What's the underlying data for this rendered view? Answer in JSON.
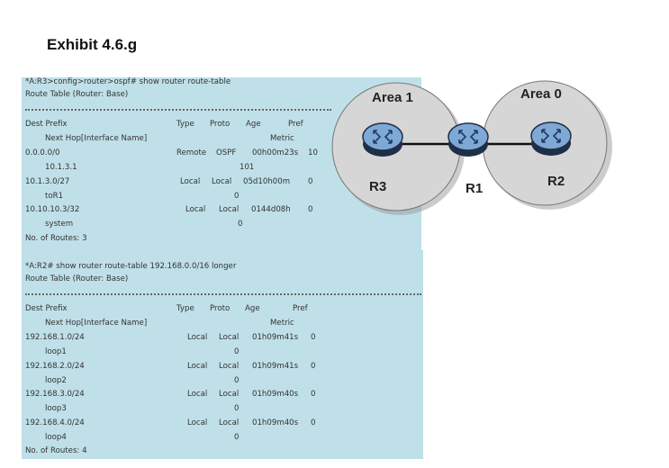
{
  "title": "Exhibit 4.6.g",
  "top": {
    "command": "*A:R3>config>router>ospf# show router route-table",
    "table_title": "Route Table (Router: Base)",
    "header": {
      "dest": "Dest Prefix",
      "type": "Type",
      "proto": "Proto",
      "age": "Age",
      "pref": "Pref",
      "nexthop": "Next Hop[Interface Name]",
      "metric": "Metric"
    },
    "rows": [
      {
        "prefix": "0.0.0.0/0",
        "type": "Remote",
        "proto": "OSPF",
        "age": "00h00m23s",
        "pref": "10",
        "nexthop": "10.1.3.1",
        "metric": "101"
      },
      {
        "prefix": "10.1.3.0/27",
        "type": "Local",
        "proto": "Local",
        "age": "05d10h00m",
        "pref": "0",
        "nexthop": "toR1",
        "metric": "0"
      },
      {
        "prefix": "10.10.10.3/32",
        "type": "Local",
        "proto": "Local",
        "age": "0144d08h",
        "pref": "0",
        "nexthop": "system",
        "metric": "0"
      }
    ],
    "footer": "No. of Routes: 3"
  },
  "bottom": {
    "command": "*A:R2# show router route-table 192.168.0.0/16 longer",
    "table_title": "Route Table (Router: Base)",
    "header": {
      "dest": "Dest Prefix",
      "type": "Type",
      "proto": "Proto",
      "age": "Age",
      "pref": "Pref",
      "nexthop": "Next Hop[Interface Name]",
      "metric": "Metric"
    },
    "rows": [
      {
        "prefix": "192.168.1.0/24",
        "type": "Local",
        "proto": "Local",
        "age": "01h09m41s",
        "pref": "0",
        "nexthop": "loop1",
        "metric": "0"
      },
      {
        "prefix": "192.168.2.0/24",
        "type": "Local",
        "proto": "Local",
        "age": "01h09m41s",
        "pref": "0",
        "nexthop": "loop2",
        "metric": "0"
      },
      {
        "prefix": "192.168.3.0/24",
        "type": "Local",
        "proto": "Local",
        "age": "01h09m40s",
        "pref": "0",
        "nexthop": "loop3",
        "metric": "0"
      },
      {
        "prefix": "192.168.4.0/24",
        "type": "Local",
        "proto": "Local",
        "age": "01h09m40s",
        "pref": "0",
        "nexthop": "loop4",
        "metric": "0"
      }
    ],
    "footer": "No. of Routes: 4"
  },
  "diagram": {
    "areas": [
      "Area 1",
      "Area 0"
    ],
    "routers": [
      "R3",
      "R1",
      "R2"
    ],
    "colors": {
      "area": "#d6d6d6",
      "router": "#7ea9d4",
      "router_base": "#1f2f4a"
    }
  }
}
